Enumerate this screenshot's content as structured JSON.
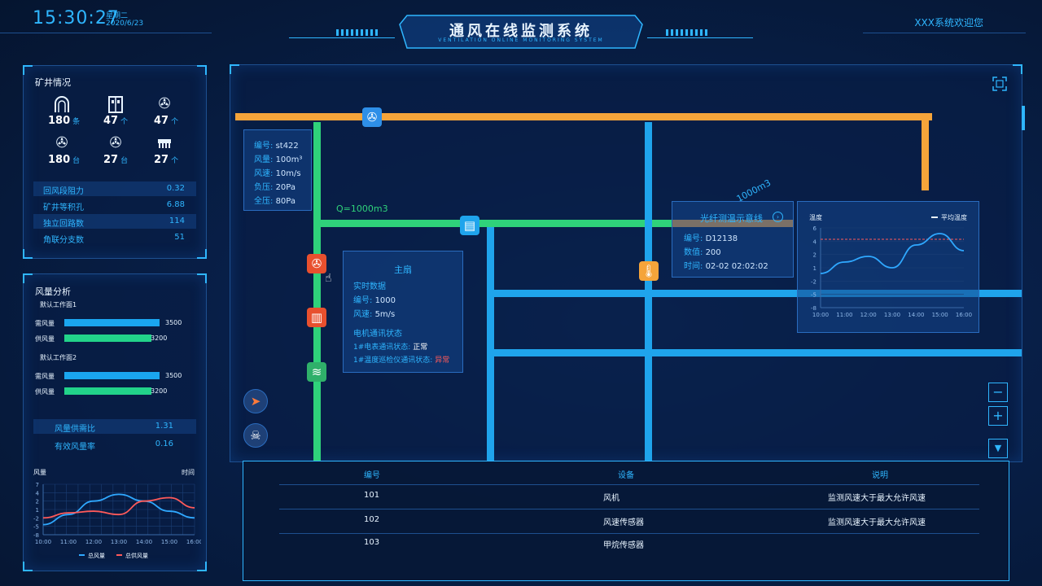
{
  "header": {
    "time": "15:30:27",
    "weekday": "星期二",
    "date": "2020/6/23",
    "title": "通风在线监测系统",
    "subtitle": "VENTILATION ONLINE MONITORING SYSTEM",
    "welcome": "XXX系统欢迎您"
  },
  "mine_panel": {
    "title": "矿井情况",
    "stats": [
      {
        "icon": "tunnel-icon",
        "value": "180",
        "unit": "条"
      },
      {
        "icon": "door-icon",
        "value": "47",
        "unit": "个"
      },
      {
        "icon": "fan-icon",
        "value": "47",
        "unit": "个"
      },
      {
        "icon": "fan-icon",
        "value": "180",
        "unit": "台"
      },
      {
        "icon": "fan-icon",
        "value": "27",
        "unit": "台"
      },
      {
        "icon": "sensor-icon",
        "value": "27",
        "unit": "个"
      }
    ],
    "rows": [
      {
        "label": "回风段阻力",
        "value": "0.32"
      },
      {
        "label": "矿井等积孔",
        "value": "6.88"
      },
      {
        "label": "独立回路数",
        "value": "114"
      },
      {
        "label": "角联分支数",
        "value": "51"
      }
    ]
  },
  "air_panel": {
    "title": "风量分析",
    "faces": [
      {
        "name": "默认工作面1",
        "bars": [
          {
            "label": "需风量",
            "value": 3500,
            "color": "#1aa6f0"
          },
          {
            "label": "供风量",
            "value": 3200,
            "color": "#22d38a"
          }
        ]
      },
      {
        "name": "默认工作面2",
        "bars": [
          {
            "label": "需风量",
            "value": 3500,
            "color": "#1aa6f0"
          },
          {
            "label": "供风量",
            "value": 3200,
            "color": "#22d38a"
          }
        ]
      }
    ],
    "bar_max": 3600,
    "ratios": [
      {
        "label": "风量供需比",
        "value": "1.31"
      },
      {
        "label": "有效风量率",
        "value": "0.16"
      }
    ]
  },
  "chart_data": [
    {
      "type": "line",
      "ylabel": "风量",
      "xlabel": "时间",
      "x": [
        "10:00",
        "11:00",
        "12:00",
        "13:00",
        "14:00",
        "15:00",
        "16:00"
      ],
      "yticks": [
        7,
        4,
        2,
        1,
        -2,
        -5,
        -8
      ],
      "ylim": [
        -8,
        7
      ],
      "series": [
        {
          "name": "总风量",
          "color": "#2fa8ff",
          "values": [
            -5,
            -2,
            2,
            4,
            2,
            -1,
            -3
          ]
        },
        {
          "name": "总供风量",
          "color": "#ff5a5a",
          "values": [
            -3,
            -1.5,
            -1,
            -2,
            2,
            3,
            0
          ]
        }
      ],
      "legend": "bottom"
    },
    {
      "type": "line",
      "ylabel": "温度",
      "x": [
        "10:00",
        "11:00",
        "12:00",
        "13:00",
        "14:00",
        "15:00",
        "16:00"
      ],
      "yticks": [
        6,
        4,
        2,
        1,
        -2,
        -5,
        -8
      ],
      "ylim": [
        -8,
        6
      ],
      "series": [
        {
          "name": "",
          "color": "#2fa8ff",
          "values": [
            -2,
            0,
            1,
            -1,
            3,
            5,
            2
          ]
        }
      ],
      "reference_line": {
        "name": "平均温度",
        "value": 4,
        "color": "#ff5a5a"
      },
      "legend": "top-right"
    }
  ],
  "map": {
    "flow_label": "Q=1000m3",
    "flow_label_diag": "1000m3",
    "fan_card": {
      "rows": [
        {
          "k": "编号:",
          "v": "st422"
        },
        {
          "k": "风量:",
          "v": "100m³"
        },
        {
          "k": "风速:",
          "v": "10m/s"
        },
        {
          "k": "负压:",
          "v": "20Pa"
        },
        {
          "k": "全压:",
          "v": "80Pa"
        }
      ]
    },
    "main_fan_card": {
      "title": "主扇",
      "section1": "实时数据",
      "rows1": [
        {
          "k": "编号:",
          "v": "1000"
        },
        {
          "k": "风速:",
          "v": "5m/s"
        }
      ],
      "section2": "电机通讯状态",
      "rows2": [
        {
          "k": "1#电表通讯状态:",
          "v": "正常",
          "color": "#ffffff"
        },
        {
          "k": "1#温度巡检仪通讯状态:",
          "v": "异常",
          "color": "#ff5a5a"
        }
      ]
    },
    "fiber_card": {
      "title": "光纤测温示意线",
      "rows": [
        {
          "k": "编号:",
          "v": "D12138"
        },
        {
          "k": "数值:",
          "v": "200"
        },
        {
          "k": "时间:",
          "v": "02-02 02:02:02"
        }
      ]
    },
    "colors": {
      "orange": "#f5a43a",
      "green": "#2fd27a",
      "blue": "#1fa4ec"
    }
  },
  "table": {
    "headers": [
      "编号",
      "设备",
      "说明"
    ],
    "rows": [
      [
        "101",
        "风机",
        "监测风速大于最大允许风速"
      ],
      [
        "102",
        "风速传感器",
        "监测风速大于最大允许风速"
      ],
      [
        "103",
        "甲烷传感器",
        ""
      ]
    ]
  }
}
